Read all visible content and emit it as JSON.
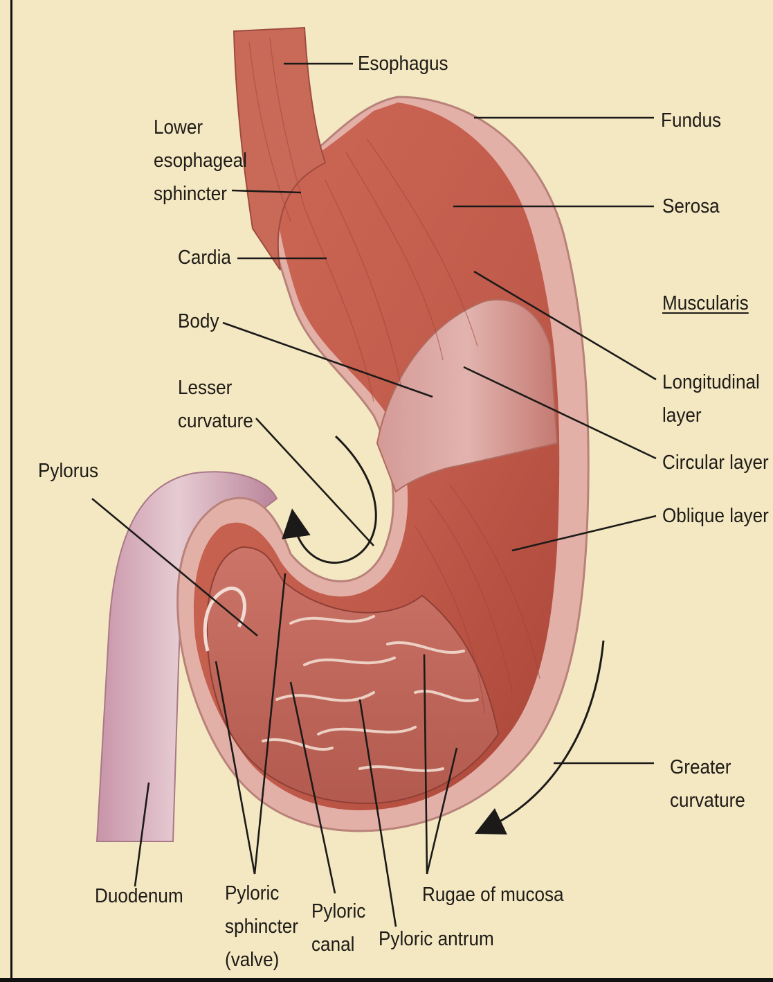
{
  "diagram": {
    "labels": {
      "esophagus": "Esophagus",
      "fundus": "Fundus",
      "les_1": "Lower",
      "les_2": "esophageal",
      "les_3": "sphincter",
      "serosa": "Serosa",
      "cardia": "Cardia",
      "muscularis": "Muscularis",
      "body": "Body",
      "longitudinal_1": "Longitudinal",
      "longitudinal_2": "layer",
      "lesser_1": "Lesser",
      "lesser_2": "curvature",
      "circular": "Circular layer",
      "pylorus": "Pylorus",
      "oblique": "Oblique layer",
      "greater_1": "Greater",
      "greater_2": "curvature",
      "duodenum": "Duodenum",
      "pyl_sph_1": "Pyloric",
      "pyl_sph_2": "sphincter",
      "pyl_sph_3": "(valve)",
      "pyl_canal_1": "Pyloric",
      "pyl_canal_2": "canal",
      "rugae": "Rugae of mucosa",
      "antrum": "Pyloric antrum"
    },
    "colors": {
      "background": "#f3e8c2",
      "muscle": "#c9614f",
      "muscle_dark": "#a8463a",
      "serosa": "#e3b0a8",
      "duodenum": "#d2a9b8",
      "mucosa": "#c46a5e",
      "line": "#1c1a18"
    }
  }
}
